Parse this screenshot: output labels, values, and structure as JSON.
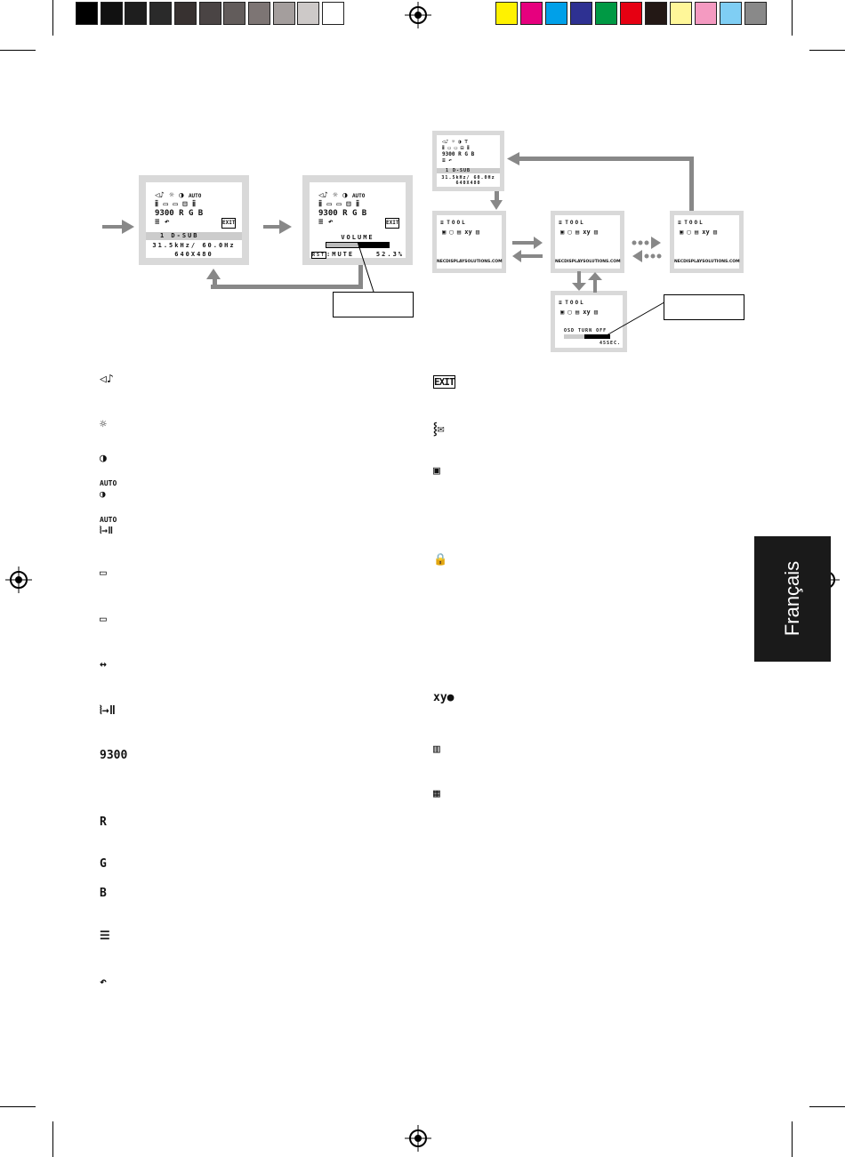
{
  "colorbar": {
    "grays": [
      "#000000",
      "#111111",
      "#1e1e1e",
      "#2a2a2a",
      "#373130",
      "#4a4444",
      "#625c5b",
      "#7d7574",
      "#a49e9d",
      "#cdc9c8",
      "#ffffff"
    ],
    "colors": [
      "#fff200",
      "#e6007e",
      "#00a0e9",
      "#2e3192",
      "#009944",
      "#e60012",
      "#231815",
      "#fff799",
      "#f49ac1",
      "#7fcef4",
      "#898989"
    ]
  },
  "osd_main": {
    "auto": "AUTO",
    "preset": "9300",
    "r": "R",
    "g": "G",
    "b": "B",
    "exit": "EXIT",
    "input": "1 D-SUB",
    "freq": "31.5kHz/ 60.0Hz",
    "res": "640X480"
  },
  "osd_volume": {
    "title": "VOLUME",
    "mute": "MUTE",
    "value": "52.3%",
    "level": 0.523
  },
  "osd_tool": {
    "title": "TOOL",
    "url": "NECDISPLAYSOLUTIONS.COM",
    "turn_off": "OSD TURN OFF",
    "seconds": "45SEC.",
    "level": 0.45
  },
  "icons_left": [
    {
      "name": "volume"
    },
    {
      "name": "brightness"
    },
    {
      "name": "contrast"
    },
    {
      "label": "AUTO",
      "name": "auto-contrast"
    },
    {
      "label": "AUTO",
      "name": "auto-adjust"
    },
    {
      "name": "left-right"
    },
    {
      "name": "down-up"
    },
    {
      "name": "h-size"
    },
    {
      "name": "fine"
    },
    {
      "label": "9300",
      "name": "color-control"
    },
    {
      "label": "R"
    },
    {
      "label": "G"
    },
    {
      "label": "B"
    },
    {
      "name": "tool"
    },
    {
      "name": "factory-preset"
    }
  ],
  "icons_right": [
    {
      "label": "EXIT"
    },
    {
      "name": "language"
    },
    {
      "name": "osd-position"
    },
    {
      "name": "osd-lockout"
    },
    {
      "label": "xy",
      "name": "resolution-notifier"
    },
    {
      "name": "hot-key"
    },
    {
      "name": "monitor-info"
    }
  ],
  "sidebar": {
    "language": "Français"
  }
}
